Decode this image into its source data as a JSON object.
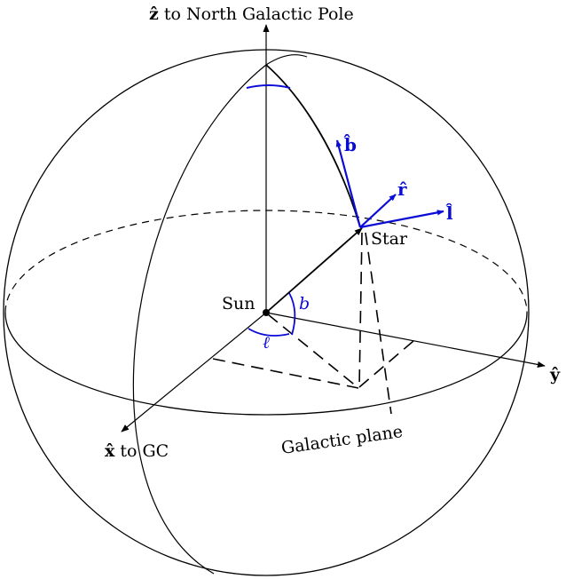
{
  "labels": {
    "z_axis": {
      "sym": "ẑ",
      "text": " to North Galactic Pole"
    },
    "x_axis": {
      "sym": "x̂",
      "text": " to GC"
    },
    "y_axis": {
      "sym": "ŷ"
    },
    "sun": "Sun",
    "star": "Star",
    "galactic_plane": "Galactic plane",
    "angle_b": "b",
    "angle_l": "ℓ",
    "unit_b": "b̂",
    "unit_r": "r̂",
    "unit_l": "l̂"
  },
  "colors": {
    "line": "#000000",
    "accent": "#0b0bd6"
  }
}
